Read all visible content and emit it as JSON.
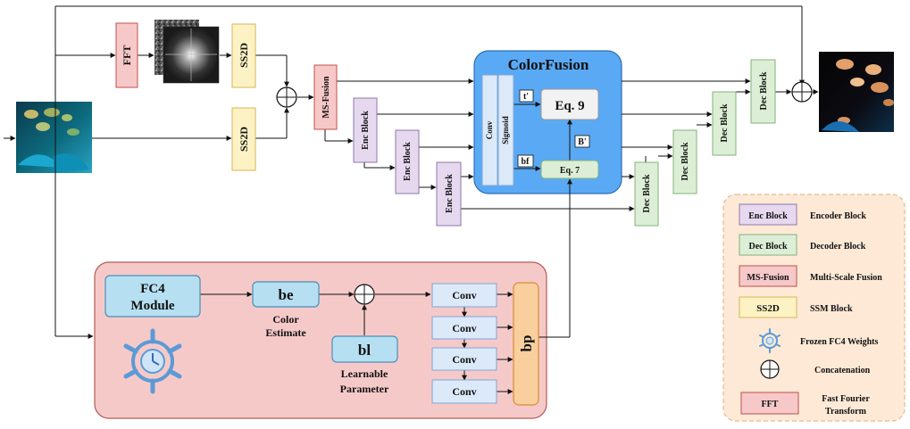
{
  "blocks": {
    "fft": "FFT",
    "ss2d": "SS2D",
    "ms_fusion": "MS-Fusion",
    "enc_block": "Enc Block",
    "dec_block": "Dec Block"
  },
  "colorfusion": {
    "title": "ColorFusion",
    "conv": "Conv",
    "sigmoid": "Sigmoid",
    "eq9": "Eq. 9",
    "eq7": "Eq. 7",
    "t_prime": "t'",
    "b_prime": "B'",
    "bf": "bf"
  },
  "fc4_panel": {
    "module_line1": "FC4",
    "module_line2": "Module",
    "be": "be",
    "color_estimate_line1": "Color",
    "color_estimate_line2": "Estimate",
    "bl": "bl",
    "learnable_line1": "Learnable",
    "learnable_line2": "Parameter",
    "conv": "Conv",
    "bp": "bp"
  },
  "legend": {
    "items": [
      {
        "key": "Enc Block",
        "desc": "Encoder Block",
        "fill": "#e6d8ef",
        "stroke": "#8e79a8"
      },
      {
        "key": "Dec Block",
        "desc": "Decoder Block",
        "fill": "#dcefd6",
        "stroke": "#86b07a"
      },
      {
        "key": "MS-Fusion",
        "desc": "Multi-Scale Fusion",
        "fill": "#f6c8c8",
        "stroke": "#c0504d"
      },
      {
        "key": "SS2D",
        "desc": "SSM Block",
        "fill": "#fdf2c4",
        "stroke": "#d6b656"
      }
    ],
    "frozen_desc": "Frozen FC4 Weights",
    "concat_desc": "Concatenation",
    "fft_key": "FFT",
    "fft_desc_line1": "Fast Fourier",
    "fft_desc_line2": "Transform"
  },
  "colors": {
    "enc_fill": "#e6d8ef",
    "dec_fill": "#dcefd6",
    "ms_fill": "#f6c8c8",
    "ss2d_fill": "#fdf2c4",
    "colorfusion_fill": "#5aa9f4",
    "fc4_panel_fill": "#f6c9c9",
    "legend_fill": "#fde9d6",
    "conv_fill": "#dbe9f8",
    "bp_fill": "#f9cf9e",
    "fc4_module_fill": "#b7dff2"
  }
}
